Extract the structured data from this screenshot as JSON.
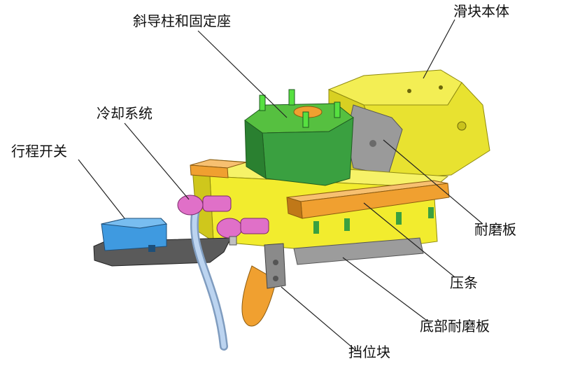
{
  "labels": {
    "guide_pin_seat": "斜导柱和固定座",
    "slider_body": "滑块本体",
    "cooling_system": "冷却系统",
    "travel_switch": "行程开关",
    "wear_plate": "耐磨板",
    "pressing_strip": "压条",
    "bottom_wear_plate": "底部耐磨板",
    "stop_block": "挡位块"
  },
  "colors": {
    "yellow": "#f2ec2e",
    "yellow_dark": "#c9c21c",
    "orange": "#f0a030",
    "green": "#3aa040",
    "green_light": "#56c040",
    "blue": "#3f9ae0",
    "pink": "#e070c8",
    "gray": "#8a8a8a",
    "hose": "#a9c6e8",
    "leader": "#222222"
  }
}
